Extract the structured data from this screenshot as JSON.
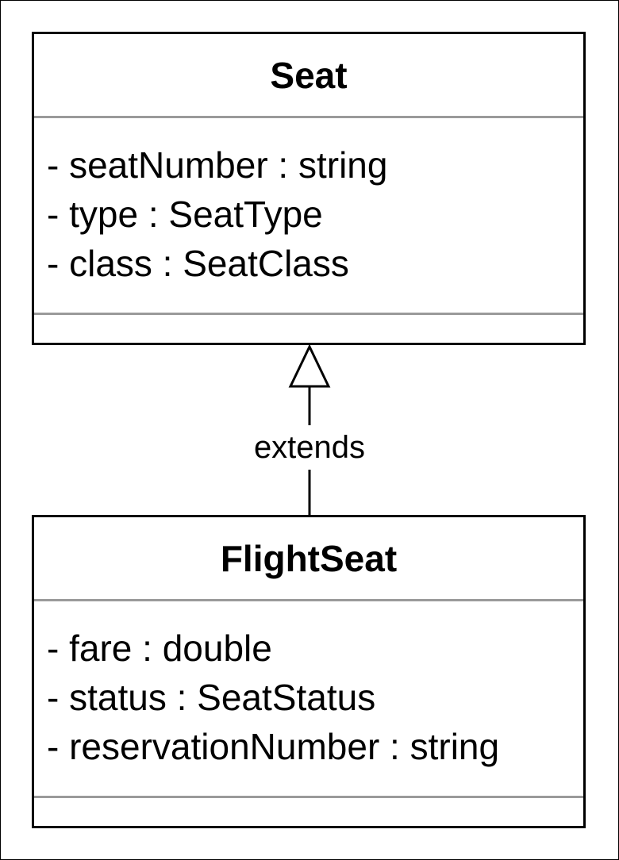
{
  "diagram": {
    "classes": [
      {
        "name": "Seat",
        "attributes": [
          "- seatNumber : string",
          "- type : SeatType",
          "- class : SeatClass"
        ],
        "operations": []
      },
      {
        "name": "FlightSeat",
        "attributes": [
          "- fare : double",
          "- status : SeatStatus",
          "- reservationNumber : string"
        ],
        "operations": []
      }
    ],
    "relationship": {
      "type": "generalization",
      "from": "FlightSeat",
      "to": "Seat",
      "label": "extends"
    }
  }
}
